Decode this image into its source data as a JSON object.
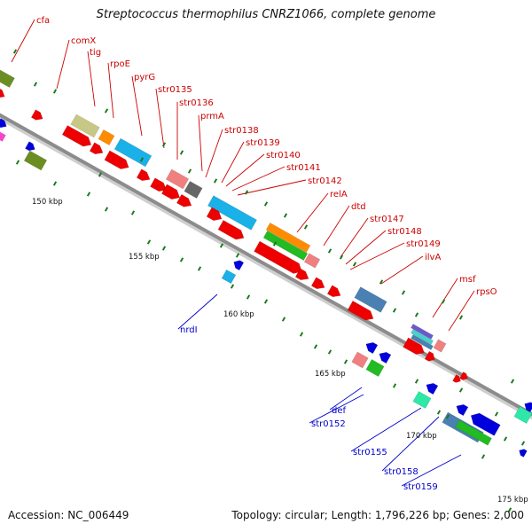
{
  "title": "Streptococcus thermophilus CNRZ1066, complete genome",
  "footer": {
    "accession": "Accession: NC_006449",
    "summary": "Topology: circular; Length: 1,796,226 bp; Genes: 2,000"
  },
  "colors": {
    "backbone": "#8c8c8c",
    "forward_label": "#cc0000",
    "reverse_label": "#0000cc",
    "tick_mark": "#1a7a1a"
  },
  "axis_ticks": [
    "150 kbp",
    "155 kbp",
    "160 kbp",
    "165 kbp",
    "170 kbp",
    "175 kbp"
  ],
  "forward_labels": [
    "cfa",
    "comX",
    "tig",
    "rpoE",
    "pyrG",
    "str0135",
    "str0136",
    "prmA",
    "str0138",
    "str0139",
    "str0140",
    "str0141",
    "str0142",
    "relA",
    "dtd",
    "str0147",
    "str0148",
    "str0149",
    "ilvA",
    "msf",
    "rpsO"
  ],
  "reverse_labels": [
    "nrdI",
    "def",
    "str0152",
    "str0155",
    "str0158",
    "str0159"
  ]
}
